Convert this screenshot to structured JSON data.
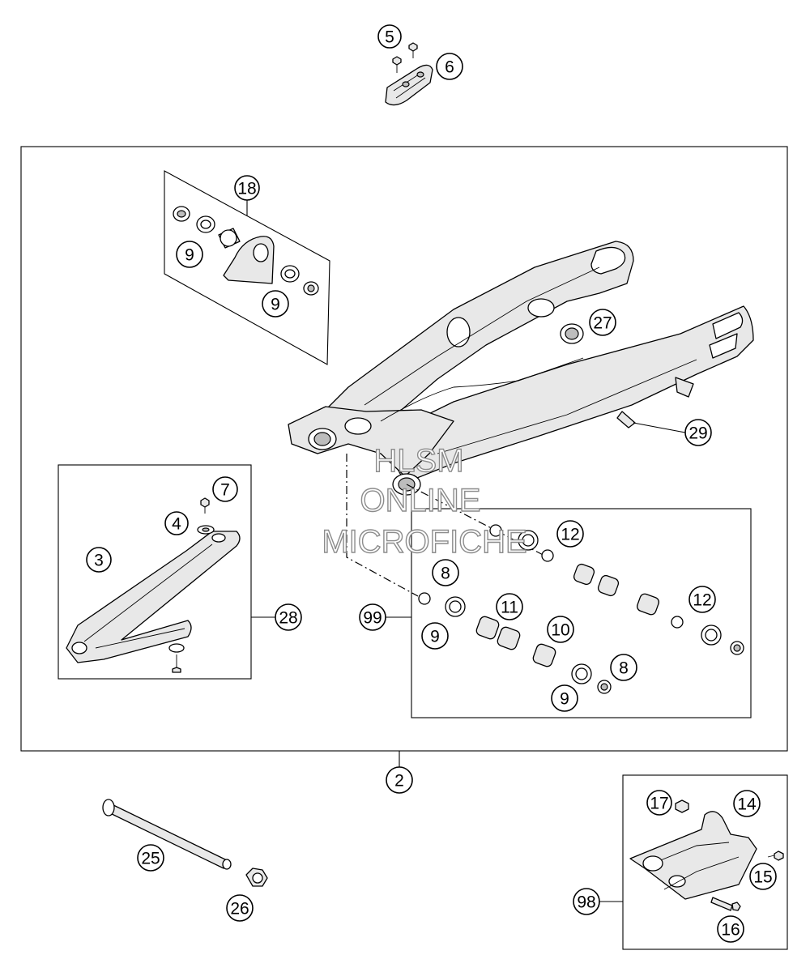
{
  "watermark": {
    "line1": "HLSM",
    "line2": "ONLINE",
    "line3": "MICROFICHE"
  },
  "callouts": {
    "c2": "2",
    "c3": "3",
    "c4": "4",
    "c5": "5",
    "c6": "6",
    "c7": "7",
    "c8a": "8",
    "c8b": "8",
    "c9a": "9",
    "c9b": "9",
    "c9c": "9",
    "c9d": "9",
    "c10": "10",
    "c11": "11",
    "c12a": "12",
    "c12b": "12",
    "c14": "14",
    "c15": "15",
    "c16": "16",
    "c17": "17",
    "c18": "18",
    "c25": "25",
    "c26": "26",
    "c27": "27",
    "c28": "28",
    "c29": "29",
    "c98": "98",
    "c99": "99"
  },
  "colors": {
    "line": "#000000",
    "watermark_stroke": "#8c8c8c",
    "part_fill": "#e8e8e8"
  }
}
